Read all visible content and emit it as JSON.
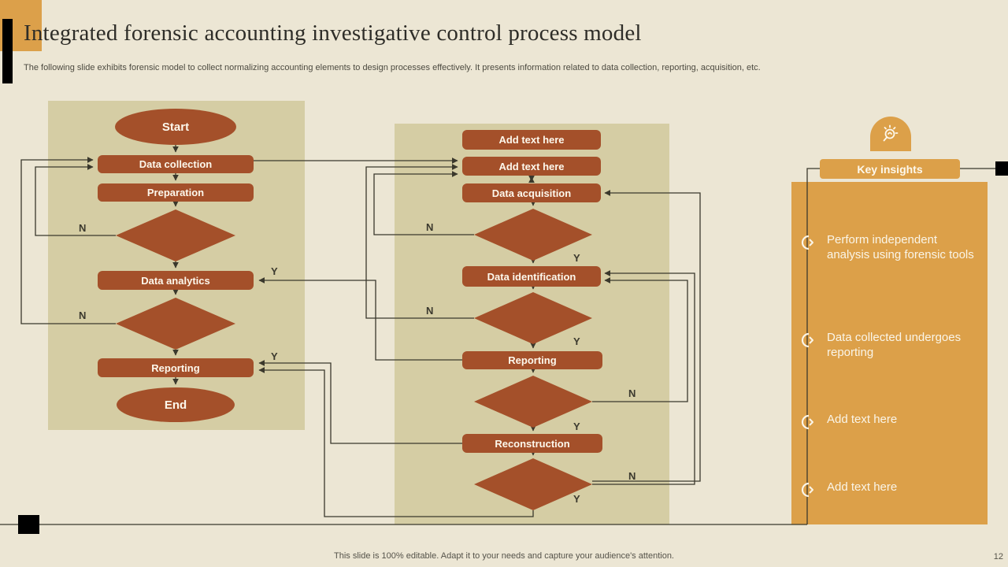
{
  "header": {
    "title": "Integrated forensic accounting investigative control process model",
    "subtitle": "The following slide exhibits forensic model to collect normalizing accounting elements to design processes effectively. It presents information related to data collection, reporting, acquisition, etc."
  },
  "flow": {
    "left": {
      "start": "Start",
      "data_collection": "Data collection",
      "preparation": "Preparation",
      "data_analytics": "Data analytics",
      "reporting": "Reporting",
      "end": "End"
    },
    "middle": {
      "add1": "Add text here",
      "add2": "Add text here",
      "acquisition": "Data acquisition",
      "identification": "Data identification",
      "reporting": "Reporting",
      "reconstruction": "Reconstruction"
    }
  },
  "yn": {
    "y": "Y",
    "n": "N"
  },
  "insights": {
    "title": "Key insights",
    "items": [
      "Perform independent analysis using forensic tools",
      "Data collected undergoes reporting",
      "Add text here",
      "Add text here"
    ]
  },
  "footer": {
    "note": "This slide is 100% editable. Adapt it to your needs and capture your audience's attention.",
    "page": "12"
  },
  "colors": {
    "background": "#ece6d4",
    "panel_tan": "#d5cda4",
    "node_brown": "#a4502a",
    "accent_orange": "#dca049",
    "line": "#3a382c"
  }
}
